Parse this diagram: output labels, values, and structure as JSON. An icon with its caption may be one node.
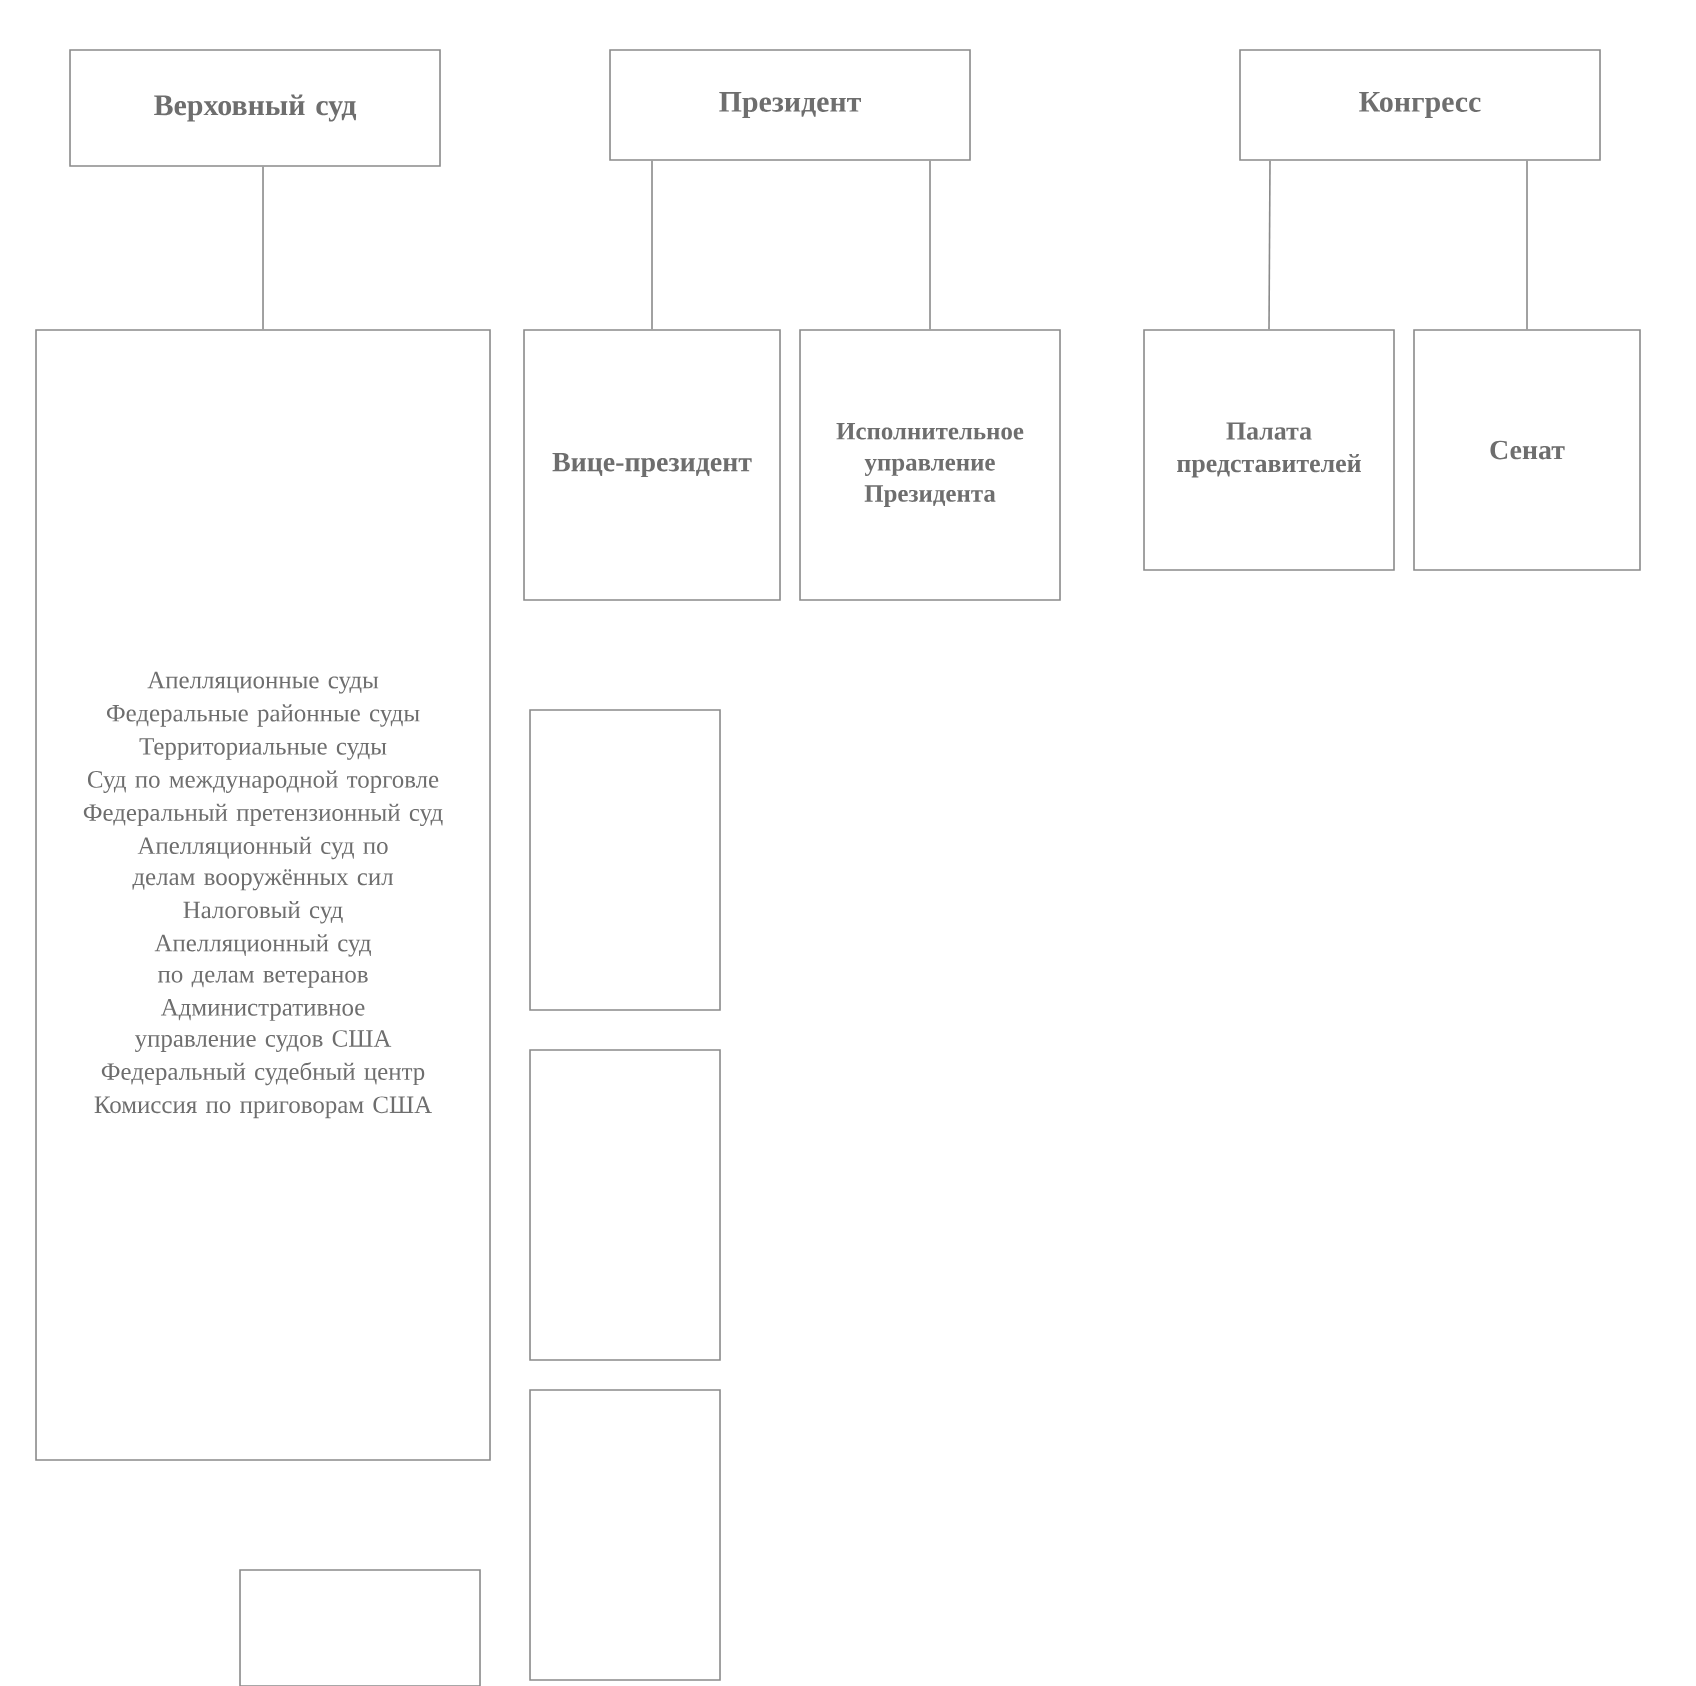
{
  "diagram": {
    "nodes": [
      {
        "text": [
          "Верховный суд"
        ]
      },
      {
        "text": [
          "Президент"
        ]
      },
      {
        "text": [
          "Конгресс"
        ]
      },
      {
        "text": [
          "Апелляционные суды",
          "Федеральные районные суды",
          "Территориальные суды",
          "Суд по международной торговле",
          "Федеральный претензионный суд",
          "Апелляционный суд по делам вооружённых сил",
          "Налоговый суд",
          "Апелляционный суд по делам ветеранов",
          "Административное управление судов США",
          "Федеральный судебный центр",
          "Комиссия по приговорам США"
        ]
      },
      {
        "text": [
          "Вице-президент"
        ]
      },
      {
        "text": [
          "Исполнительное управление Президента"
        ]
      },
      {
        "text": [
          "Палата представителей"
        ]
      },
      {
        "text": [
          "Сенат"
        ]
      },
      {
        "text": [],
        "shape": "box"
      },
      {
        "text": [],
        "shape": "box"
      },
      {
        "text": [],
        "shape": "box"
      },
      {
        "text": [],
        "shape": "box"
      }
    ],
    "edges": [
      {
        "from": 0,
        "to": 3,
        "arrow": "none"
      },
      {
        "from": 1,
        "to": 4,
        "arrow": "none"
      },
      {
        "from": 1,
        "to": 5,
        "arrow": "none"
      },
      {
        "from": 2,
        "to": 6,
        "arrow": "none"
      },
      {
        "from": 2,
        "to": 7,
        "arrow": "none"
      }
    ]
  }
}
